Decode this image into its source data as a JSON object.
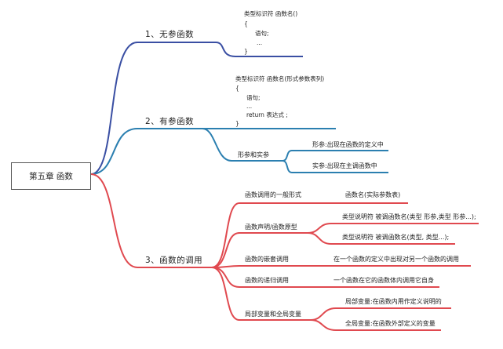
{
  "root": {
    "label": "第五章 函数"
  },
  "branches": [
    {
      "label": "1、无参函数",
      "color": "#3a4fa3",
      "code": [
        "类型标识符 函数名()",
        "{",
        "语句;",
        "...",
        "}"
      ]
    },
    {
      "label": "2、有参函数",
      "color": "#2b7fb0",
      "code": [
        "类型标识符 函数名(形式参数表列)",
        "{",
        "语句;",
        "...",
        "return  表达式 ;",
        "}"
      ],
      "children": [
        {
          "label": "形参和实参",
          "leaves": [
            "形参:出现在函数的定义中",
            "实参:出现在主调函数中"
          ]
        }
      ]
    },
    {
      "label": "3、函数的调用",
      "color": "#e0494f",
      "children": [
        {
          "label": "函数调用的一般形式",
          "leaves": [
            "函数名(实际参数表)"
          ]
        },
        {
          "label": "函数声明/函数原型",
          "leaves": [
            "类型说明符 被调函数名(类型 形参,类型 形参...);",
            "类型说明符 被调函数名(类型, 类型...);"
          ]
        },
        {
          "label": "函数的嵌套调用",
          "leaves": [
            "在一个函数的定义中出现对另一个函数的调用"
          ]
        },
        {
          "label": "函数的递归调用",
          "leaves": [
            "一个函数在它的函数体内调用它自身"
          ]
        },
        {
          "label": "局部变量和全局变量",
          "leaves": [
            "局部变量:在函数内用作定义说明的",
            "全局变量:在函数外部定义的变量"
          ]
        }
      ]
    }
  ]
}
